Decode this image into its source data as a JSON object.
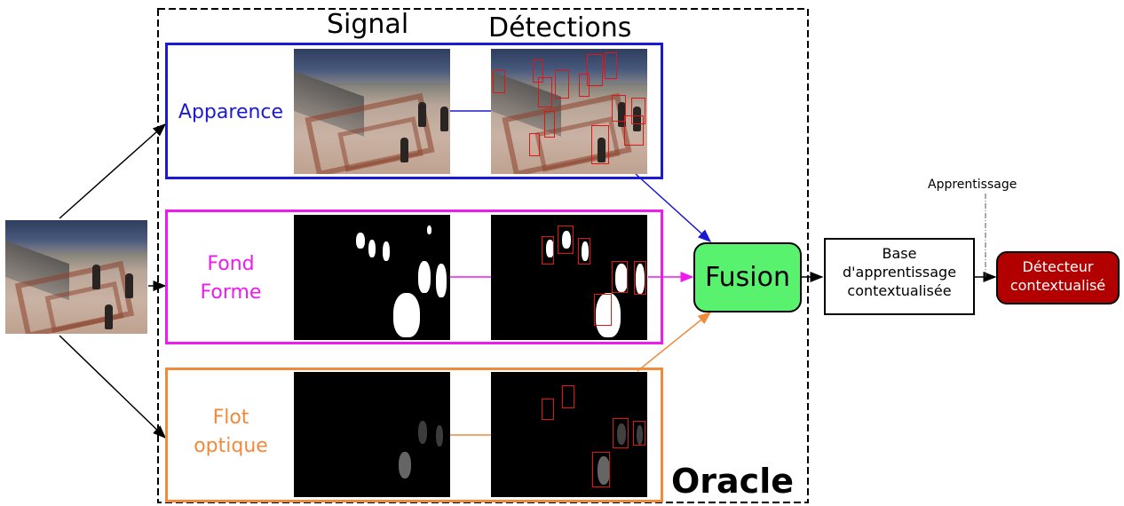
{
  "headers": {
    "signal": "Signal",
    "detections": "Détections"
  },
  "channels": {
    "appearance": {
      "label": "Apparence",
      "color": "#1a1ad6"
    },
    "background_shape": {
      "line1": "Fond",
      "line2": "Forme",
      "color": "#ee1aee"
    },
    "optical_flow": {
      "line1": "Flot",
      "line2": "optique",
      "color": "#f08a3c"
    }
  },
  "oracle_label": "Oracle",
  "fusion_label": "Fusion",
  "fusion_color": "#59f26e",
  "training_base": {
    "line1": "Base",
    "line2": "d'apprentissage",
    "line3": "contextualisée"
  },
  "learning_label": "Apprentissage",
  "detector": {
    "line1": "Détecteur",
    "line2": "contextualisé",
    "color": "#b20000"
  }
}
